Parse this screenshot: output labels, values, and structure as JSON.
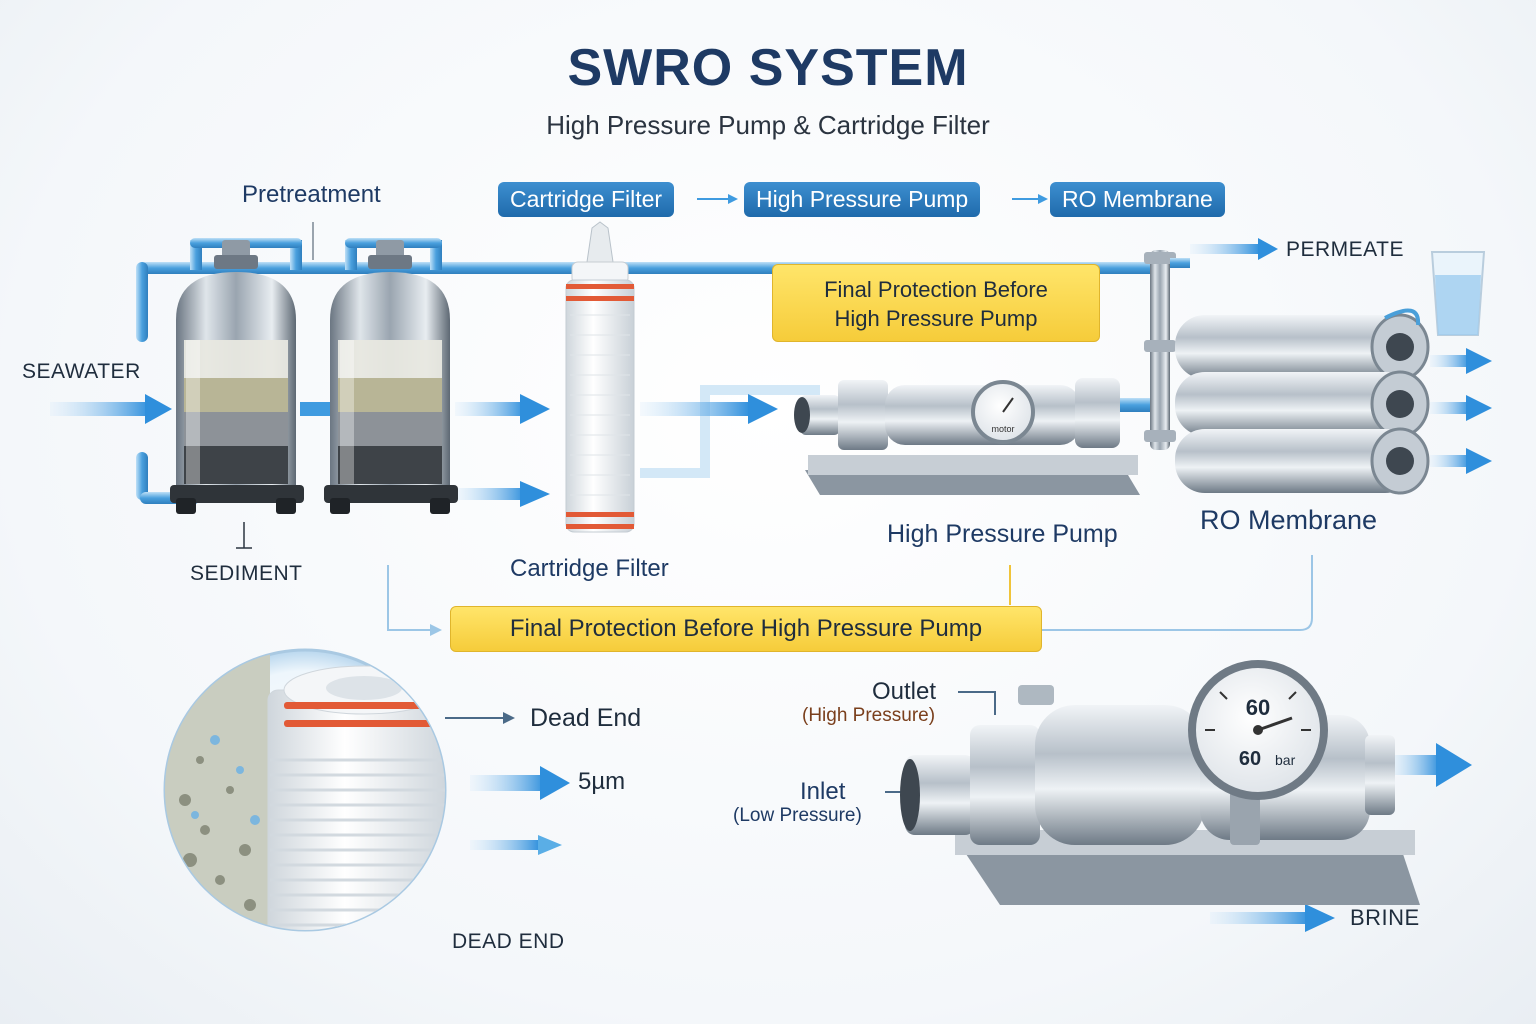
{
  "header": {
    "title": "SWRO SYSTEM",
    "subtitle": "High Pressure Pump & Cartridge Filter"
  },
  "flow_steps": [
    "Cartridge Filter",
    "High Pressure Pump",
    "RO Membrane"
  ],
  "labels": {
    "pretreatment": "Pretreatment",
    "seawater": "SEAWATER",
    "sediment": "SEDIMENT",
    "cartridge_filter": "Cartridge Filter",
    "high_pressure_pump": "High Pressure Pump",
    "ro_membrane": "RO Membrane",
    "permeate": "PERMEATE",
    "brine": "BRINE"
  },
  "note_top": {
    "line1": "Final Protection Before",
    "line2": "High Pressure Pump"
  },
  "note_bottom": "Final Protection Before High Pressure Pump",
  "filter_detail": {
    "dead_end": "Dead End",
    "micron": "5µm",
    "dead_end_caps": "DEAD END"
  },
  "pump_detail": {
    "outlet": "Outlet",
    "outlet_sub": "(High Pressure)",
    "inlet": "Inlet",
    "inlet_sub": "(Low Pressure)",
    "gauge_value": "60",
    "gauge_unit_value": "60",
    "gauge_unit": "bar",
    "small_gauge_text": "motor"
  },
  "colors": {
    "title": "#1e3a64",
    "chip": "#2a78bb",
    "arrow": "#3f9be0",
    "note": "#f8d64a"
  }
}
